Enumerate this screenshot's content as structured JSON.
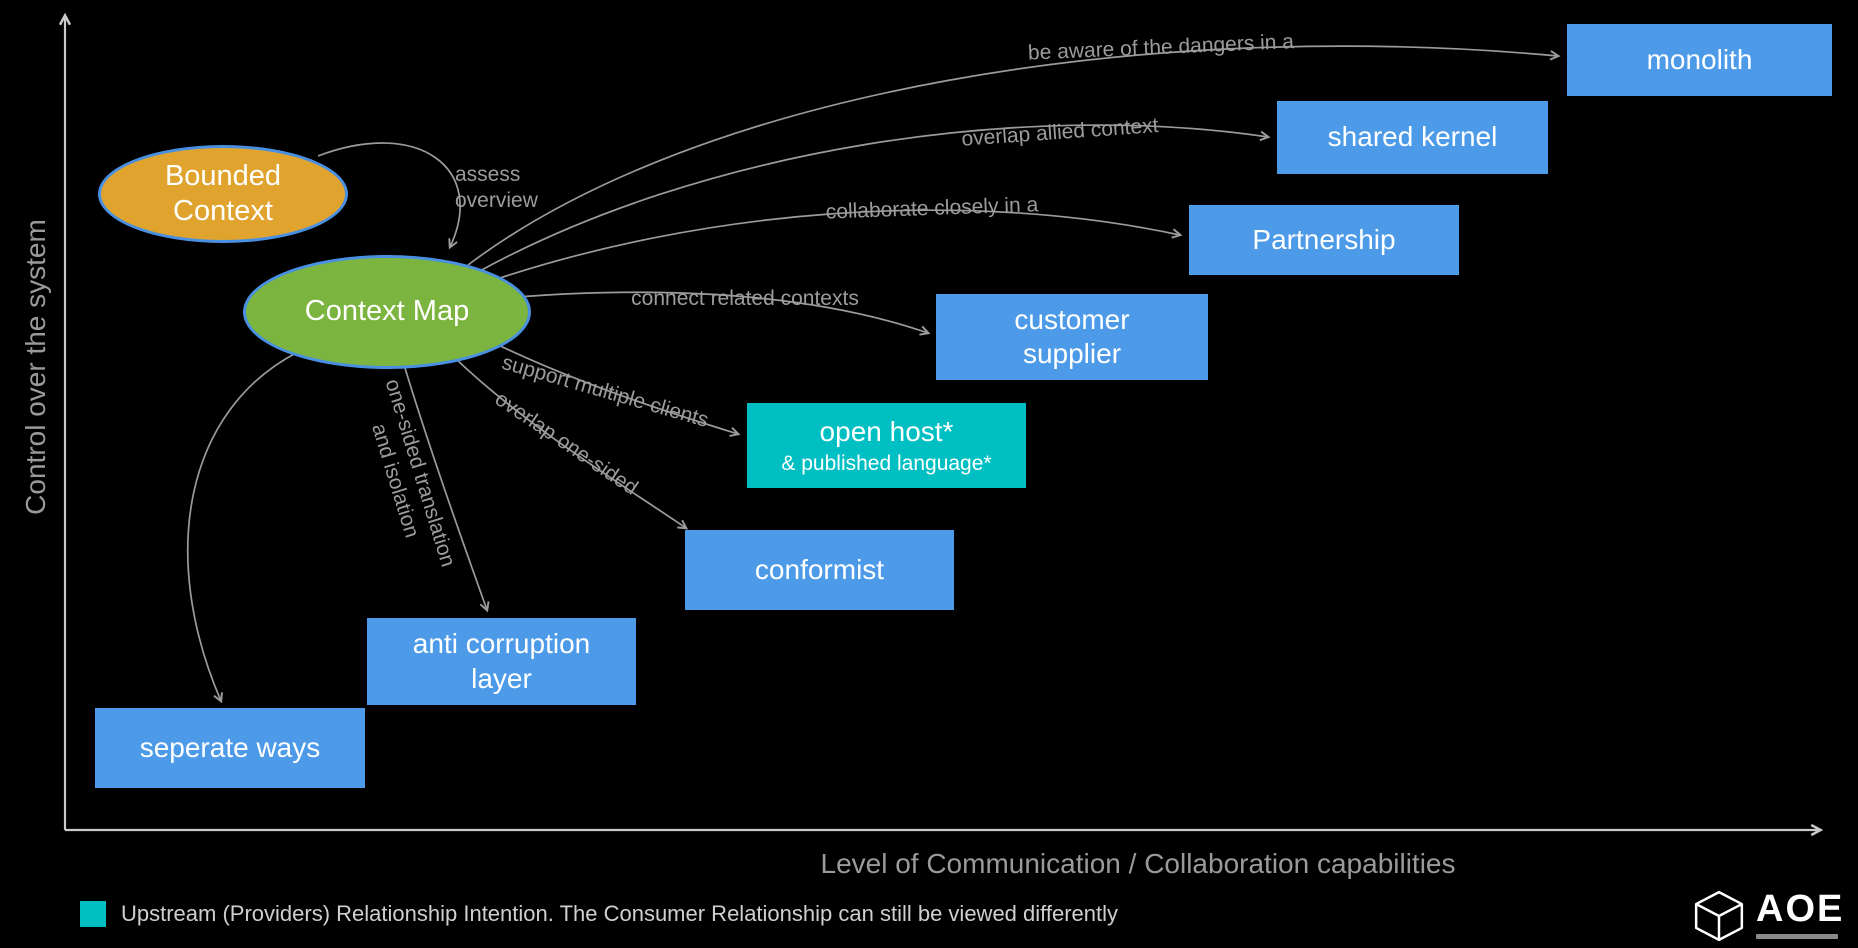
{
  "axes": {
    "y_label": "Control over the system",
    "x_label": "Level of Communication / Collaboration capabilities"
  },
  "nodes": {
    "bounded_context": "Bounded Context",
    "context_map": "Context Map",
    "monolith": "monolith",
    "shared_kernel": "shared kernel",
    "partnership": "Partnership",
    "customer_supplier": "customer supplier",
    "open_host": "open host*",
    "open_host_sub": "& published language*",
    "conformist": "conformist",
    "anti_corruption_layer": "anti corruption layer",
    "separate_ways": "seperate ways"
  },
  "edges": {
    "monolith": "be aware of the dangers in a",
    "shared_kernel": "overlap allied context",
    "partnership": "collaborate closely in a",
    "customer_supplier": "connect related contexts",
    "open_host": "support multiple clients",
    "conformist": "overlap one-sided",
    "anti_corruption_layer": "one-sided translation and isolation",
    "assess": "assess overview"
  },
  "legend": {
    "text": "Upstream (Providers) Relationship Intention. The Consumer Relationship can still be viewed differently"
  },
  "logo": {
    "name": "AOE"
  },
  "colors": {
    "background": "#000000",
    "box_blue": "#4D9BE8",
    "box_teal": "#00BFC3",
    "ellipse_orange": "#DFA32E",
    "ellipse_green": "#7CB440",
    "ellipse_border": "#4A90E2",
    "arrow_gray": "#9B9B9B",
    "axis_gray": "#C9C9C9",
    "node_text": "#FFFFFF"
  }
}
